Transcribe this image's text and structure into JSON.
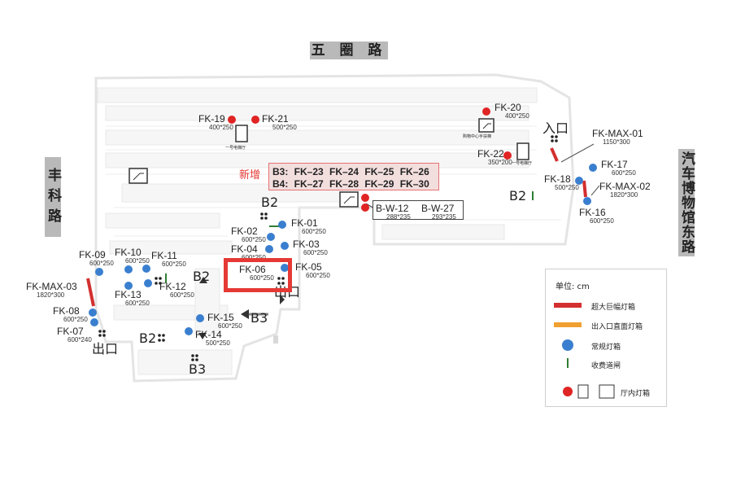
{
  "roads": {
    "top": "五 圈 路",
    "left": "丰科路",
    "right": "汽车博物馆东路"
  },
  "sites": [
    {
      "code": "FK-01",
      "size": "600*250"
    },
    {
      "code": "FK-02",
      "size": "600*250"
    },
    {
      "code": "FK-03",
      "size": "600*250"
    },
    {
      "code": "FK-04",
      "size": "600*250"
    },
    {
      "code": "FK-05",
      "size": "600*250"
    },
    {
      "code": "FK-06",
      "size": "600*250"
    },
    {
      "code": "FK-07",
      "size": "600*240"
    },
    {
      "code": "FK-08",
      "size": "600*250"
    },
    {
      "code": "FK-09",
      "size": "600*250"
    },
    {
      "code": "FK-10",
      "size": "600*250"
    },
    {
      "code": "FK-11",
      "size": "600*250"
    },
    {
      "code": "FK-12",
      "size": "600*250"
    },
    {
      "code": "FK-13",
      "size": "600*250"
    },
    {
      "code": "FK-14",
      "size": "500*250"
    },
    {
      "code": "FK-15",
      "size": "600*250"
    },
    {
      "code": "FK-16",
      "size": "600*250"
    },
    {
      "code": "FK-17",
      "size": "600*250"
    },
    {
      "code": "FK-18",
      "size": "500*250"
    },
    {
      "code": "FK-19",
      "size": "400*250"
    },
    {
      "code": "FK-20",
      "size": "400*250"
    },
    {
      "code": "FK-21",
      "size": "500*250"
    },
    {
      "code": "FK-22",
      "size": "350*200"
    },
    {
      "code": "FK-MAX-01",
      "size": "1150*300"
    },
    {
      "code": "FK-MAX-02",
      "size": "1820*300"
    },
    {
      "code": "FK-MAX-03",
      "size": "1820*300"
    },
    {
      "code": "B-W-12",
      "size": "288*235"
    },
    {
      "code": "B-W-27",
      "size": "293*235"
    }
  ],
  "new_box": {
    "label": "新增",
    "row1": "B3:  FK–23   FK–24   FK–25   FK–26",
    "row2": "B4:  FK–27   FK–28   FK–29   FK–30"
  },
  "markers": {
    "entrance": "入口",
    "exit_left": "出口",
    "exit_mid": "出口",
    "b2_a": "B2",
    "b2_b": "B2",
    "b2_c": "B2",
    "b2_right": "B2",
    "b3_a": "B3",
    "b3_b": "B3"
  },
  "small_notes": {
    "elevator_hall": "一号电梯厅",
    "mall_escalator": "购物中心手扶梯",
    "elevator_hall2": "一号电梯厅"
  },
  "legend": {
    "title": "单位:  cm",
    "items": [
      "超大巨幅灯箱",
      "出入口直面灯箱",
      "常规灯箱",
      "收费道闸",
      "厅内灯箱"
    ]
  },
  "colors": {
    "regular": "#3a7fcf",
    "hall": "#e02424",
    "max": "#d32f2f",
    "entry_face": "#f0a030",
    "gate": "#2e7d32",
    "highlight": "#e53935"
  }
}
